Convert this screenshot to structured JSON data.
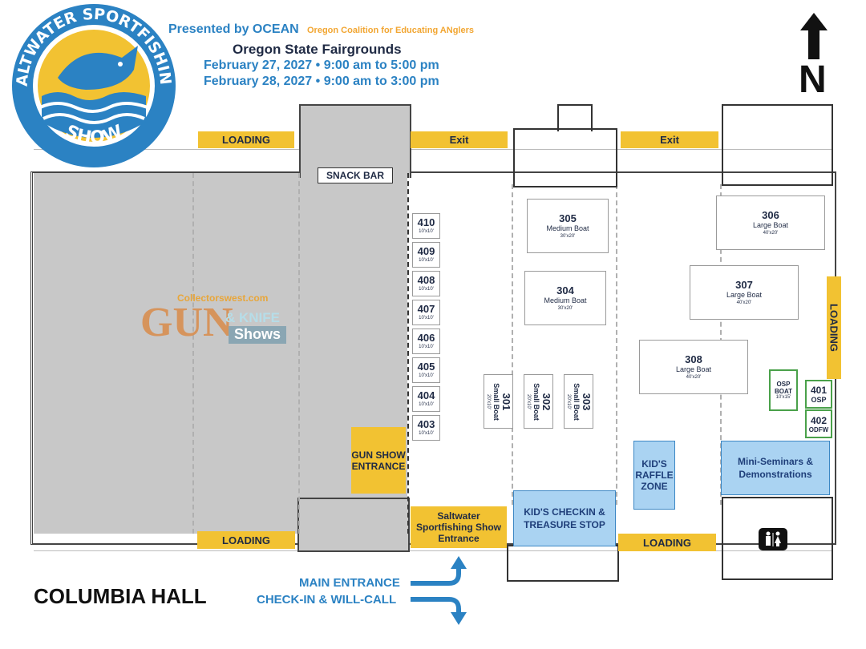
{
  "logo": {
    "arc_top": "SALTWATER SPORTFISHING",
    "bottom": "SHOW"
  },
  "header": {
    "presented_by": "Presented by OCEAN",
    "ocean": "Oregon Coalition for Educating ANglers",
    "venue": "Oregon State Fairgrounds",
    "date1": "February 27, 2027 • 9:00 am to 5:00 pm",
    "date2": "February 28, 2027 • 9:00 am to 3:00 pm"
  },
  "north": "N",
  "areas": {
    "loading_top": "LOADING",
    "loading_bottom_left": "LOADING",
    "loading_bottom_right": "LOADING",
    "loading_east": "LOADING",
    "exit1": "Exit",
    "exit2": "Exit",
    "snack_bar": "SNACK BAR",
    "gun_show_entrance": "GUN SHOW ENTRANCE",
    "show_entrance": "Saltwater Sportfishing Show Entrance",
    "kids_checkin": "KID'S CHECKIN & TREASURE STOP",
    "kids_raffle": "KID'S RAFFLE ZONE",
    "seminars": "Mini-Seminars & Demonstrations"
  },
  "gun_show_logo": {
    "site": "Collectorswest.com",
    "gun": "GUN",
    "knife": "& KNIFE",
    "shows": "Shows"
  },
  "booths_small": [
    {
      "num": "410",
      "size": "10'x10'"
    },
    {
      "num": "409",
      "size": "10'x10'"
    },
    {
      "num": "408",
      "size": "10'x10'"
    },
    {
      "num": "407",
      "size": "10'x10'"
    },
    {
      "num": "406",
      "size": "10'x10'"
    },
    {
      "num": "405",
      "size": "10'x10'"
    },
    {
      "num": "404",
      "size": "10'x10'"
    },
    {
      "num": "403",
      "size": "10'x10'"
    }
  ],
  "boats": {
    "b305": {
      "num": "305",
      "type": "Medium Boat",
      "size": "30'x20'"
    },
    "b304": {
      "num": "304",
      "type": "Medium Boat",
      "size": "30'x20'"
    },
    "b306": {
      "num": "306",
      "type": "Large Boat",
      "size": "40'x20'"
    },
    "b307": {
      "num": "307",
      "type": "Large Boat",
      "size": "40'x20'"
    },
    "b308": {
      "num": "308",
      "type": "Large Boat",
      "size": "40'x20'"
    },
    "b301": {
      "num": "301",
      "type": "Small Boat",
      "size": "20'x10'"
    },
    "b302": {
      "num": "302",
      "type": "Small Boat",
      "size": "20'x10'"
    },
    "b303": {
      "num": "303",
      "type": "Small Boat",
      "size": "20'x10'"
    }
  },
  "osp_boat": {
    "l1": "OSP",
    "l2": "BOAT",
    "size": "10'x15'"
  },
  "b401": {
    "num": "401",
    "org": "OSP"
  },
  "b402": {
    "num": "402",
    "org": "ODFW"
  },
  "restroom_icon": "restroom-icon",
  "entrance": {
    "main": "MAIN ENTRANCE",
    "checkin": "CHECK-IN & WILL-CALL"
  },
  "hall_name": "COLUMBIA HALL",
  "colors": {
    "yellow": "#f2c232",
    "blue_text": "#2b82c3",
    "navy": "#1f2a44",
    "gray_hall": "#c8c8c8",
    "light_blue": "#aad3f2",
    "green": "#4aa14a"
  }
}
